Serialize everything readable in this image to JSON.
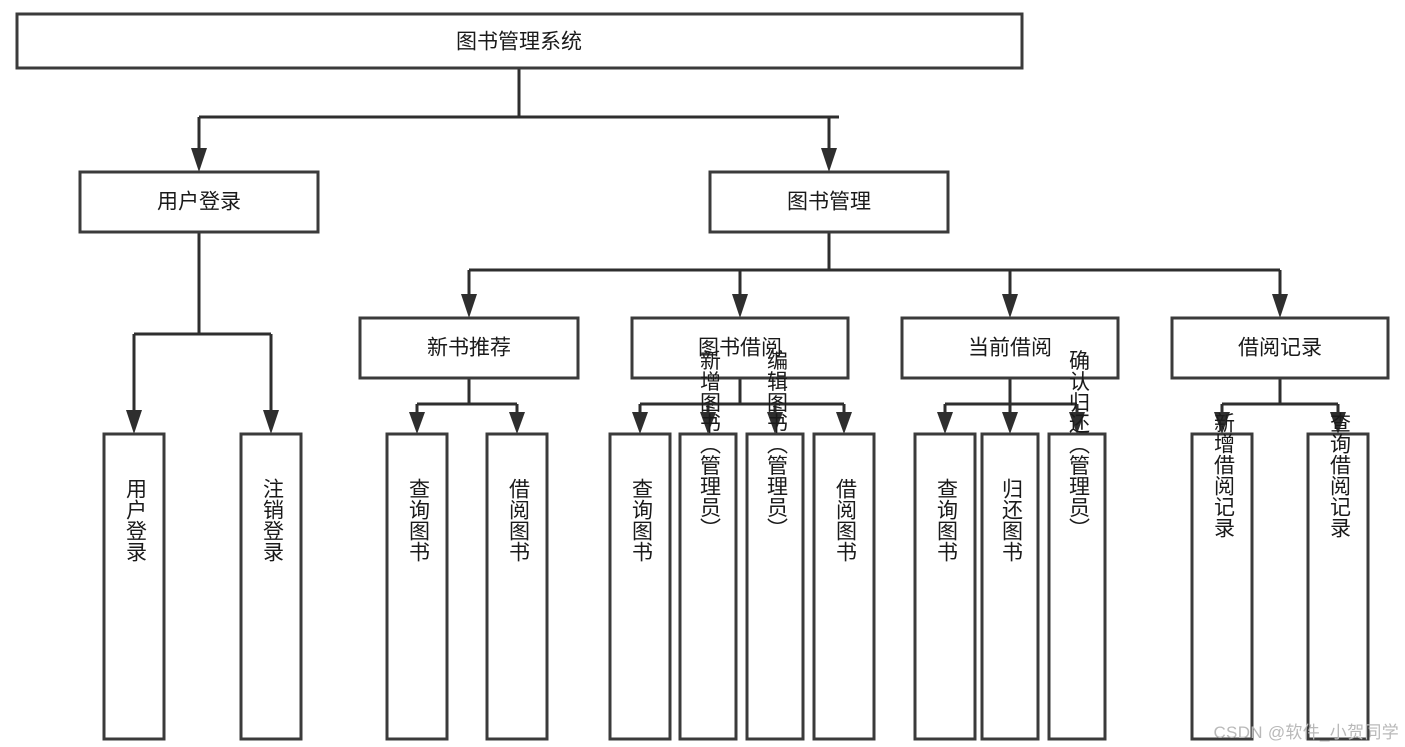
{
  "diagram": {
    "title": "图书管理系统",
    "watermark": "CSDN @软件_小贺同学",
    "colors": {
      "box_fill": "#ffffff",
      "box_stroke": "#3b3b3b",
      "connector": "#2e2e2e",
      "text": "#1a1a1a",
      "background": "#ffffff",
      "watermark": "#b9b9b9"
    },
    "root": {
      "label": "图书管理系统"
    },
    "level2": [
      {
        "label": "用户登录"
      },
      {
        "label": "图书管理"
      }
    ],
    "level3": [
      {
        "label": "新书推荐"
      },
      {
        "label": "图书借阅"
      },
      {
        "label": "当前借阅"
      },
      {
        "label": "借阅记录"
      }
    ],
    "leaves": {
      "user_login": [
        {
          "label": "用户登录"
        },
        {
          "label": "注销登录"
        }
      ],
      "new_book_recommend": [
        {
          "label": "查询图书"
        },
        {
          "label": "借阅图书"
        }
      ],
      "book_borrow": [
        {
          "label": "查询图书"
        },
        {
          "label": "新增图书（管理员）"
        },
        {
          "label": "编辑图书（管理员）"
        },
        {
          "label": "借阅图书"
        }
      ],
      "current_borrow": [
        {
          "label": "查询图书"
        },
        {
          "label": "归还图书"
        },
        {
          "label": "确认归还（管理员）"
        }
      ],
      "borrow_record": [
        {
          "label": "新增借阅记录"
        },
        {
          "label": "查询借阅记录"
        }
      ]
    }
  }
}
